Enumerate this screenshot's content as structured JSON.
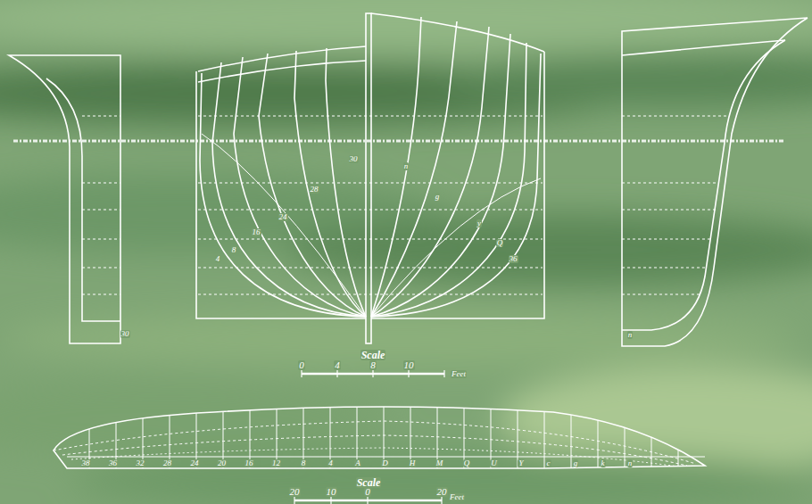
{
  "diagram": {
    "labels": [
      "Scale",
      "0",
      "4",
      "8",
      "10",
      "Feet",
      "Scale",
      "20",
      "10",
      "0",
      "20",
      "Feet",
      "30",
      "28",
      "24",
      "16",
      "8",
      "4",
      "n",
      "g",
      "y",
      "Q",
      "36",
      "30",
      "n",
      "38",
      "36",
      "32",
      "28",
      "24",
      "20",
      "16",
      "12",
      "8",
      "4",
      "A",
      "D",
      "H",
      "M",
      "Q",
      "U",
      "Y",
      "c",
      "g",
      "k",
      "n"
    ]
  }
}
